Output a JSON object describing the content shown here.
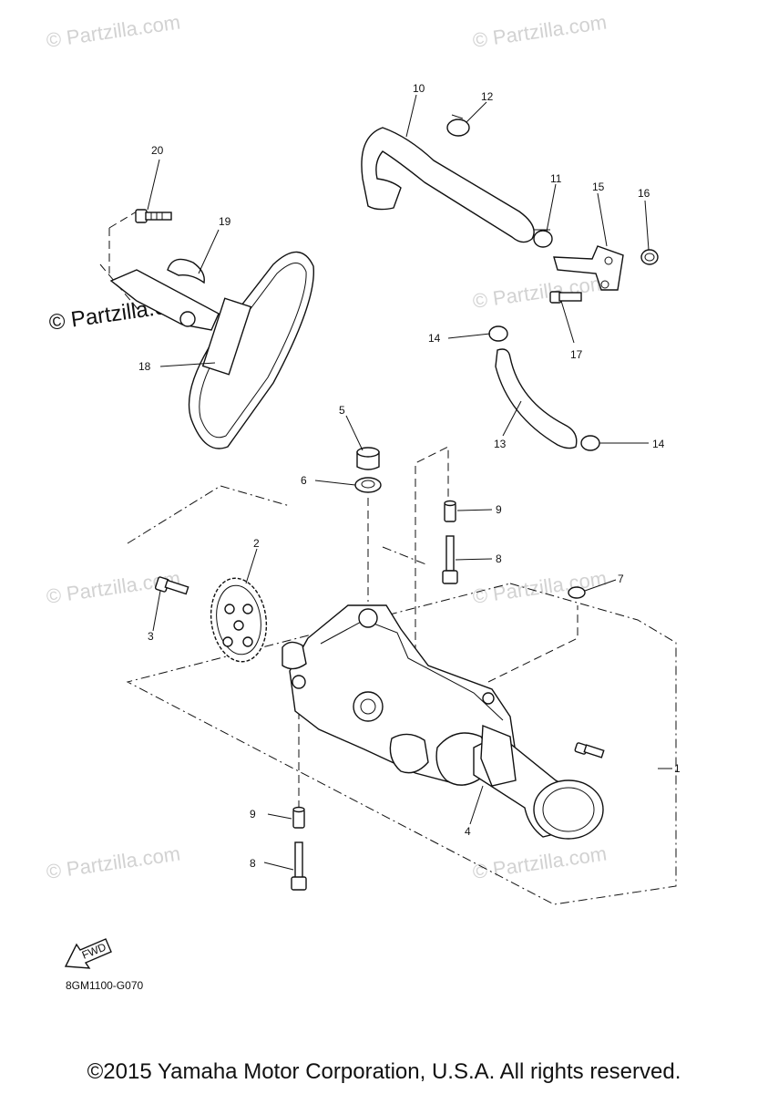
{
  "watermarks": {
    "main": "© Partzilla.com",
    "faint": "© Partzilla.com"
  },
  "callouts": {
    "c1": "1",
    "c2": "2",
    "c3": "3",
    "c4": "4",
    "c5": "5",
    "c6": "6",
    "c7": "7",
    "c8a": "8",
    "c8b": "8",
    "c9a": "9",
    "c9b": "9",
    "c10": "10",
    "c11": "11",
    "c12": "12",
    "c13": "13",
    "c14a": "14",
    "c14b": "14",
    "c15": "15",
    "c16": "16",
    "c17": "17",
    "c18": "18",
    "c19": "19",
    "c20": "20"
  },
  "fwd_label": "FWD",
  "diagram_code": "8GM1100-G070",
  "copyright": "©2015 Yamaha Motor Corporation, U.S.A. All rights reserved."
}
